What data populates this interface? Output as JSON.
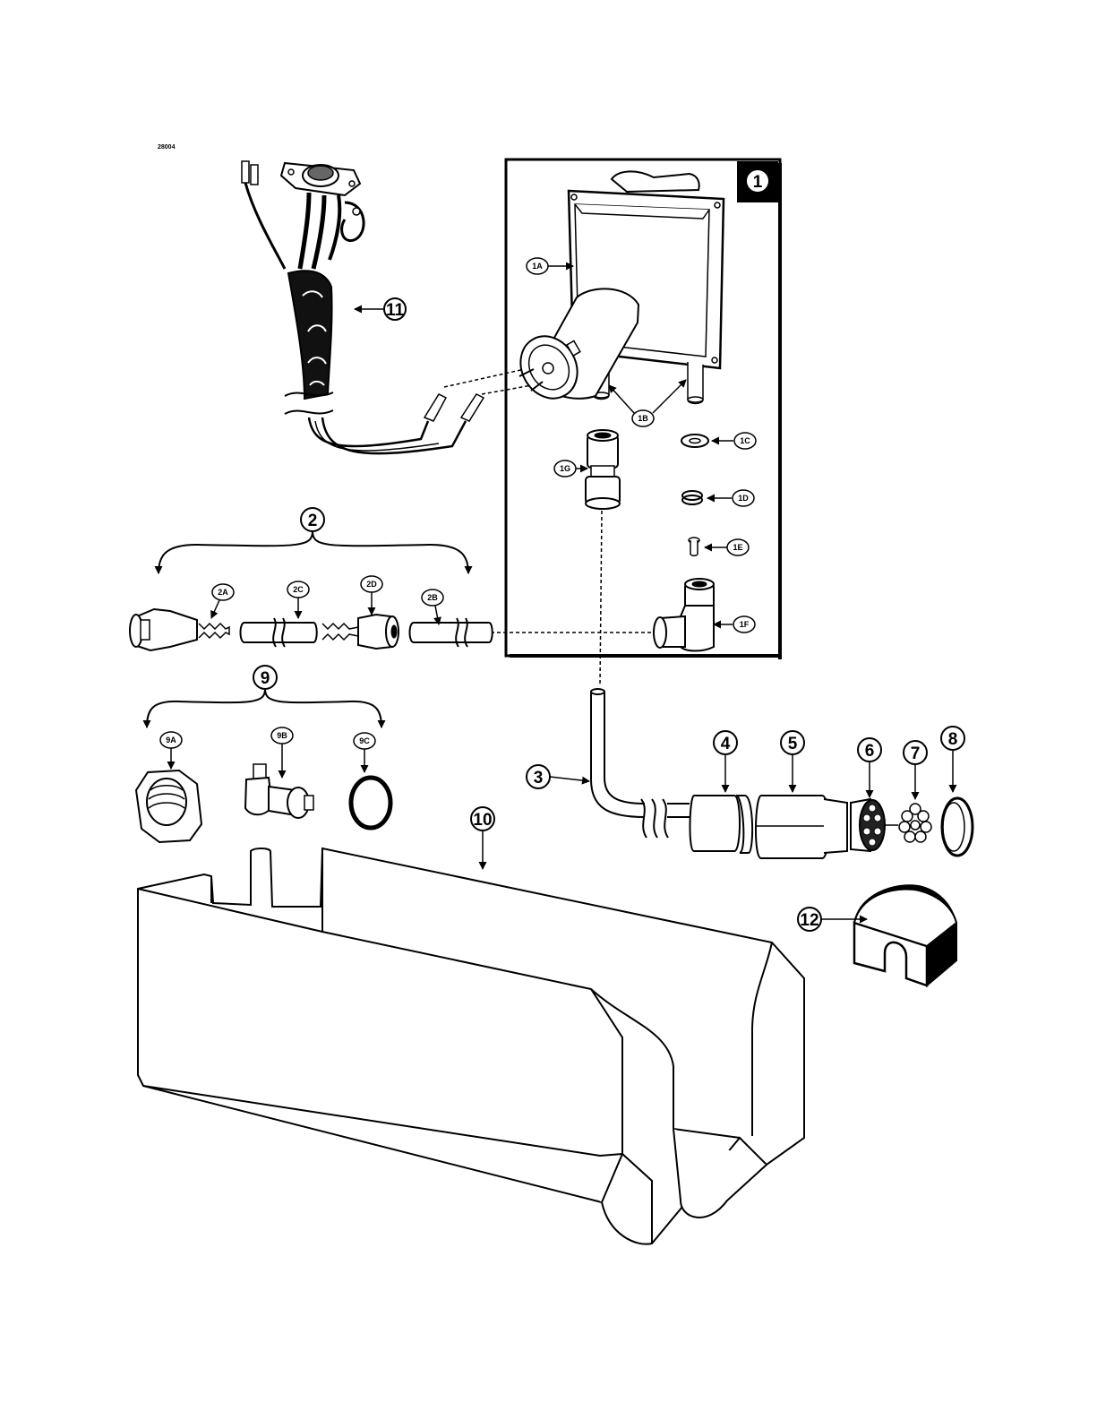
{
  "figure": {
    "id": "28004"
  },
  "accent": "#000000",
  "callouts": {
    "c1": "1",
    "c1a": "1A",
    "c1b": "1B",
    "c1c": "1C",
    "c1d": "1D",
    "c1e": "1E",
    "c1f": "1F",
    "c1g": "1G",
    "c2": "2",
    "c2a": "2A",
    "c2b": "2B",
    "c2c": "2C",
    "c2d": "2D",
    "c3": "3",
    "c4": "4",
    "c5": "5",
    "c6": "6",
    "c7": "7",
    "c8": "8",
    "c9": "9",
    "c9a": "9A",
    "c9b": "9B",
    "c9c": "9C",
    "c10": "10",
    "c11": "11",
    "c12": "12"
  },
  "icons": [
    "wire-harness-icon",
    "pump-assembly-icon",
    "fitting-icon",
    "tube-icon",
    "nut-icon",
    "o-ring-icon",
    "tank-icon",
    "bracket-icon"
  ]
}
